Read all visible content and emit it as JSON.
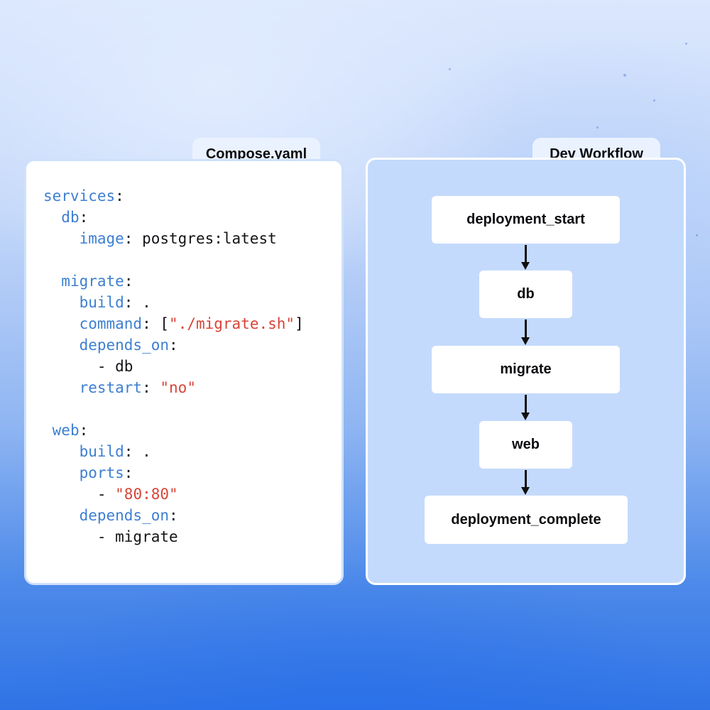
{
  "compose": {
    "tab_label": "Compose.yaml",
    "lines": [
      {
        "indent": 0,
        "key": "services",
        "sep": ":",
        "value": "",
        "vtype": "plain"
      },
      {
        "indent": 2,
        "key": "db",
        "sep": ":",
        "value": "",
        "vtype": "plain"
      },
      {
        "indent": 4,
        "key": "image",
        "sep": ": ",
        "value": "postgres:latest",
        "vtype": "plain"
      },
      {
        "indent": 0,
        "key": "",
        "sep": "",
        "value": "",
        "vtype": "plain"
      },
      {
        "indent": 2,
        "key": "migrate",
        "sep": ":",
        "value": "",
        "vtype": "plain"
      },
      {
        "indent": 4,
        "key": "build",
        "sep": ": ",
        "value": ".",
        "vtype": "plain"
      },
      {
        "indent": 4,
        "key": "command",
        "sep": ": ",
        "value": "[",
        "vtype": "plain",
        "str": "\"./migrate.sh\"",
        "tail": "]"
      },
      {
        "indent": 4,
        "key": "depends_on",
        "sep": ":",
        "value": "",
        "vtype": "plain"
      },
      {
        "indent": 6,
        "key": "",
        "sep": "",
        "value": "- db",
        "vtype": "plain"
      },
      {
        "indent": 4,
        "key": "restart",
        "sep": ": ",
        "value": "\"no\"",
        "vtype": "string"
      },
      {
        "indent": 0,
        "key": "",
        "sep": "",
        "value": "",
        "vtype": "plain"
      },
      {
        "indent": 1,
        "key": "web",
        "sep": ":",
        "value": "",
        "vtype": "plain"
      },
      {
        "indent": 4,
        "key": "build",
        "sep": ": ",
        "value": ".",
        "vtype": "plain"
      },
      {
        "indent": 4,
        "key": "ports",
        "sep": ":",
        "value": "",
        "vtype": "plain"
      },
      {
        "indent": 6,
        "key": "",
        "sep": "",
        "value": "- ",
        "vtype": "plain",
        "str": "\"80:80\"",
        "tail": ""
      },
      {
        "indent": 4,
        "key": "depends_on",
        "sep": ":",
        "value": "",
        "vtype": "plain"
      },
      {
        "indent": 6,
        "key": "",
        "sep": "",
        "value": "- migrate",
        "vtype": "plain"
      }
    ],
    "colors": {
      "key": "#3d7fd1",
      "string": "#d84437",
      "text": "#141418"
    }
  },
  "workflow": {
    "tab_label": "Dev Workflow",
    "nodes": [
      {
        "id": "deployment_start",
        "label": "deployment_start"
      },
      {
        "id": "db",
        "label": "db"
      },
      {
        "id": "migrate",
        "label": "migrate"
      },
      {
        "id": "web",
        "label": "web"
      },
      {
        "id": "deployment_complete",
        "label": "deployment_complete"
      }
    ],
    "edges": [
      {
        "from": "deployment_start",
        "to": "db"
      },
      {
        "from": "db",
        "to": "migrate"
      },
      {
        "from": "migrate",
        "to": "web"
      },
      {
        "from": "web",
        "to": "deployment_complete"
      }
    ]
  }
}
